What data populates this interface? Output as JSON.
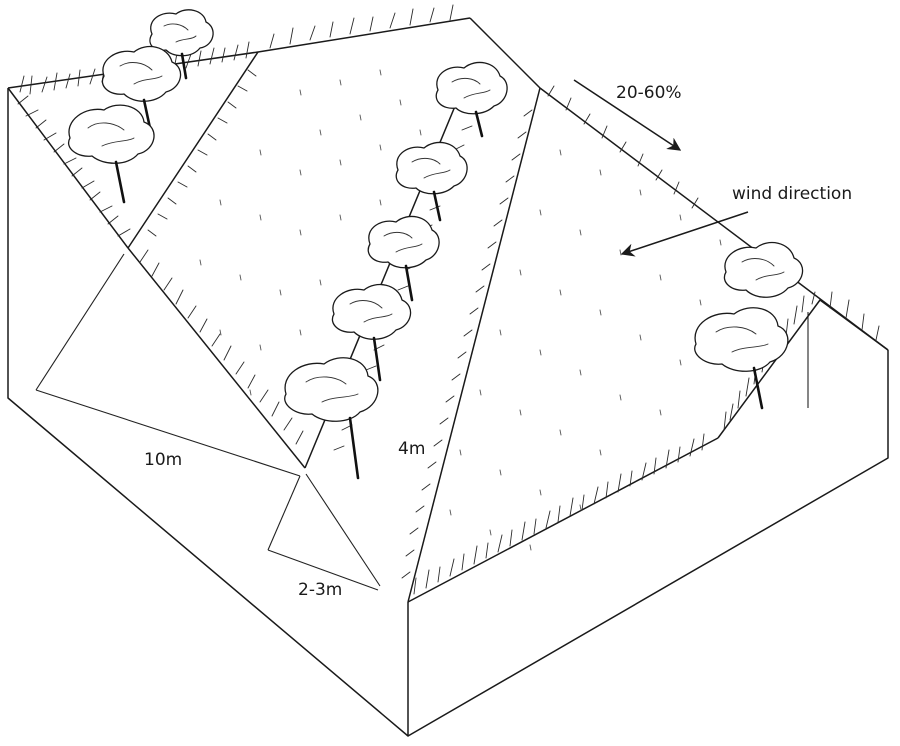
{
  "labels": {
    "slope": "20-60%",
    "wind": "wind direction",
    "spacing": "10m",
    "strip_width": "2-3m",
    "height": "4m"
  },
  "colors": {
    "ink": "#1a1a1a",
    "paper": "#ffffff"
  }
}
